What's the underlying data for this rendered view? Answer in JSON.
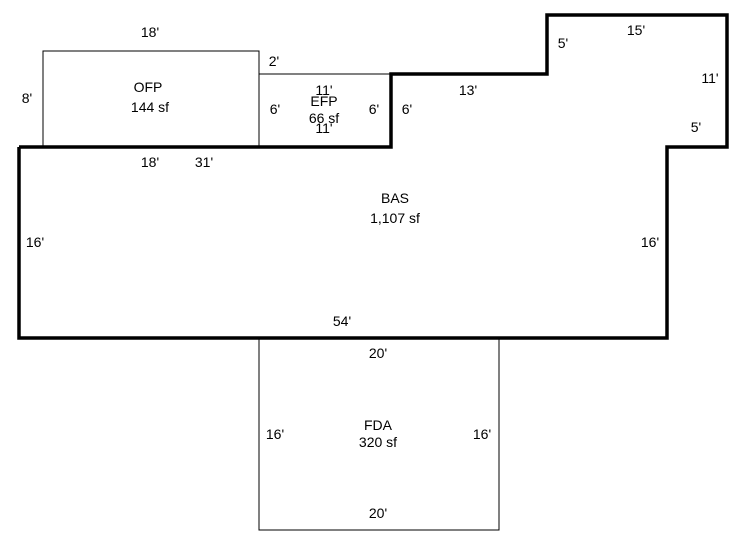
{
  "areas": {
    "ofp": {
      "code": "OFP",
      "area": "144 sf"
    },
    "efp": {
      "code": "EFP",
      "area": "66 sf"
    },
    "bas": {
      "code": "BAS",
      "area": "1,107 sf"
    },
    "fda": {
      "code": "FDA",
      "area": "320 sf"
    }
  },
  "dimensions": {
    "ofp_top": "18'",
    "ofp_left": "8'",
    "ofp_bottom": "18'",
    "ofp_right_gap": "2'",
    "efp_top": "11'",
    "efp_bottom": "11'",
    "efp_left": "6'",
    "efp_right": "6'",
    "bas_step_left": "6'",
    "bas_top_segment": "31'",
    "bas_upper_run": "13'",
    "bas_bump_left": "5'",
    "bas_bump_top": "15'",
    "bas_bump_right": "11'",
    "bas_notch": "5'",
    "bas_left": "16'",
    "bas_right": "16'",
    "bas_bottom": "54'",
    "fda_top": "20'",
    "fda_left": "16'",
    "fda_right": "16'",
    "fda_bottom": "20'"
  },
  "colors": {
    "lines": "#000000",
    "background": "#ffffff"
  }
}
